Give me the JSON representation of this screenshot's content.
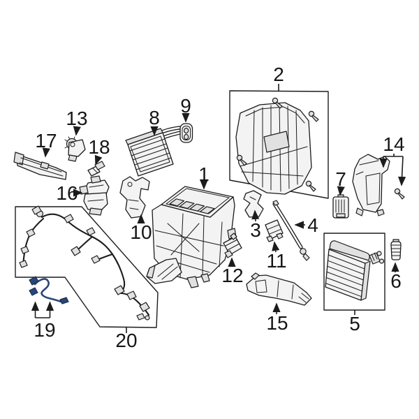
{
  "diagram": {
    "background_color": "#ffffff",
    "line_color": "#1c1c1c",
    "highlight_color": "#2a4679",
    "selected_part_number": "19",
    "callouts": [
      "1",
      "2",
      "3",
      "4",
      "5",
      "6",
      "7",
      "8",
      "9",
      "10",
      "11",
      "12",
      "13",
      "14",
      "15",
      "16",
      "17",
      "18",
      "19",
      "20"
    ]
  }
}
